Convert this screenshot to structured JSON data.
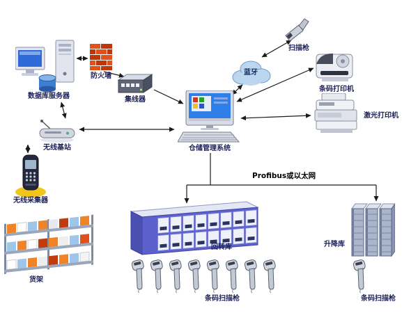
{
  "diagram": {
    "background": "#ffffff",
    "nodes": {
      "database_server": {
        "label": "数据库服务器"
      },
      "firewall": {
        "label": "防火墙"
      },
      "hub": {
        "label": "集线器"
      },
      "wireless_base_station": {
        "label": "无线基站"
      },
      "wireless_collector": {
        "label": "无线采集器"
      },
      "shelf_rack": {
        "label": "货架"
      },
      "wms_computer": {
        "label": "仓储管理系统"
      },
      "bluetooth_cloud": {
        "label": "蓝牙"
      },
      "handheld_scanner": {
        "label": "扫描枪"
      },
      "barcode_printer": {
        "label": "条码打印机"
      },
      "laser_printer": {
        "label": "激光打印机"
      },
      "fieldbus": {
        "label": "Profibus或以太网"
      },
      "carousel_warehouse": {
        "label": "回转库"
      },
      "lift_warehouse": {
        "label": "升降库"
      },
      "barcode_scanner_group_center": {
        "label": "条码扫描枪"
      },
      "barcode_scanner_group_right": {
        "label": "条码扫描枪"
      }
    },
    "scanner_guns": {
      "center_count": 8,
      "right_count": 1
    },
    "colors": {
      "label_text": "#1d2158",
      "bus_label_text": "#000000",
      "firewall_brick_red": "#c23505",
      "firewall_brick_orange": "#e55018",
      "carousel_front_blue": "#5b60cc",
      "cloud_fill": "#bcd6f0",
      "screen_blue": "#2e7fe8"
    }
  }
}
